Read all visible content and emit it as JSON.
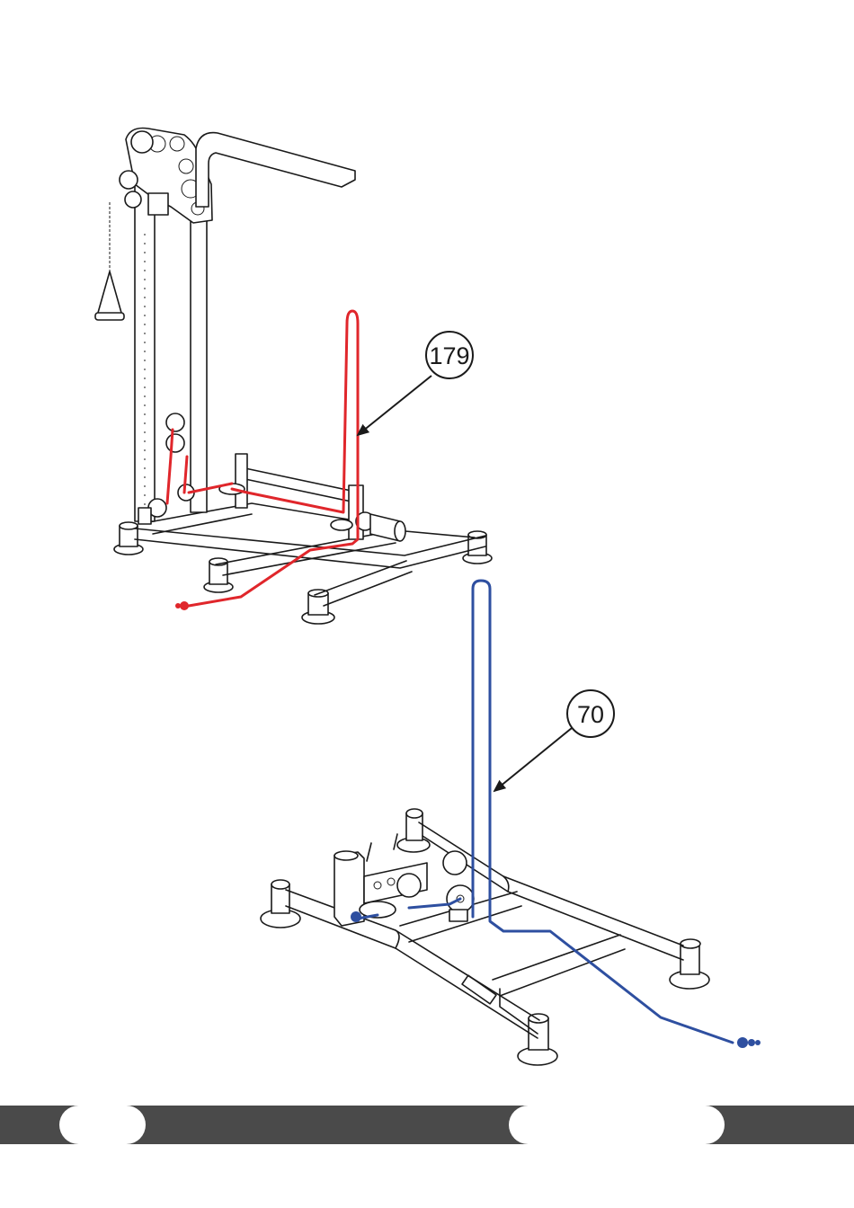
{
  "document": {
    "callouts": [
      {
        "id": "upper",
        "label": "179",
        "cable_color": "#e0262b"
      },
      {
        "id": "lower",
        "label": "70",
        "cable_color": "#2e4fa0"
      }
    ],
    "footer": {
      "bar_color": "#4a4a4a",
      "pill_color": "#ffffff"
    }
  }
}
